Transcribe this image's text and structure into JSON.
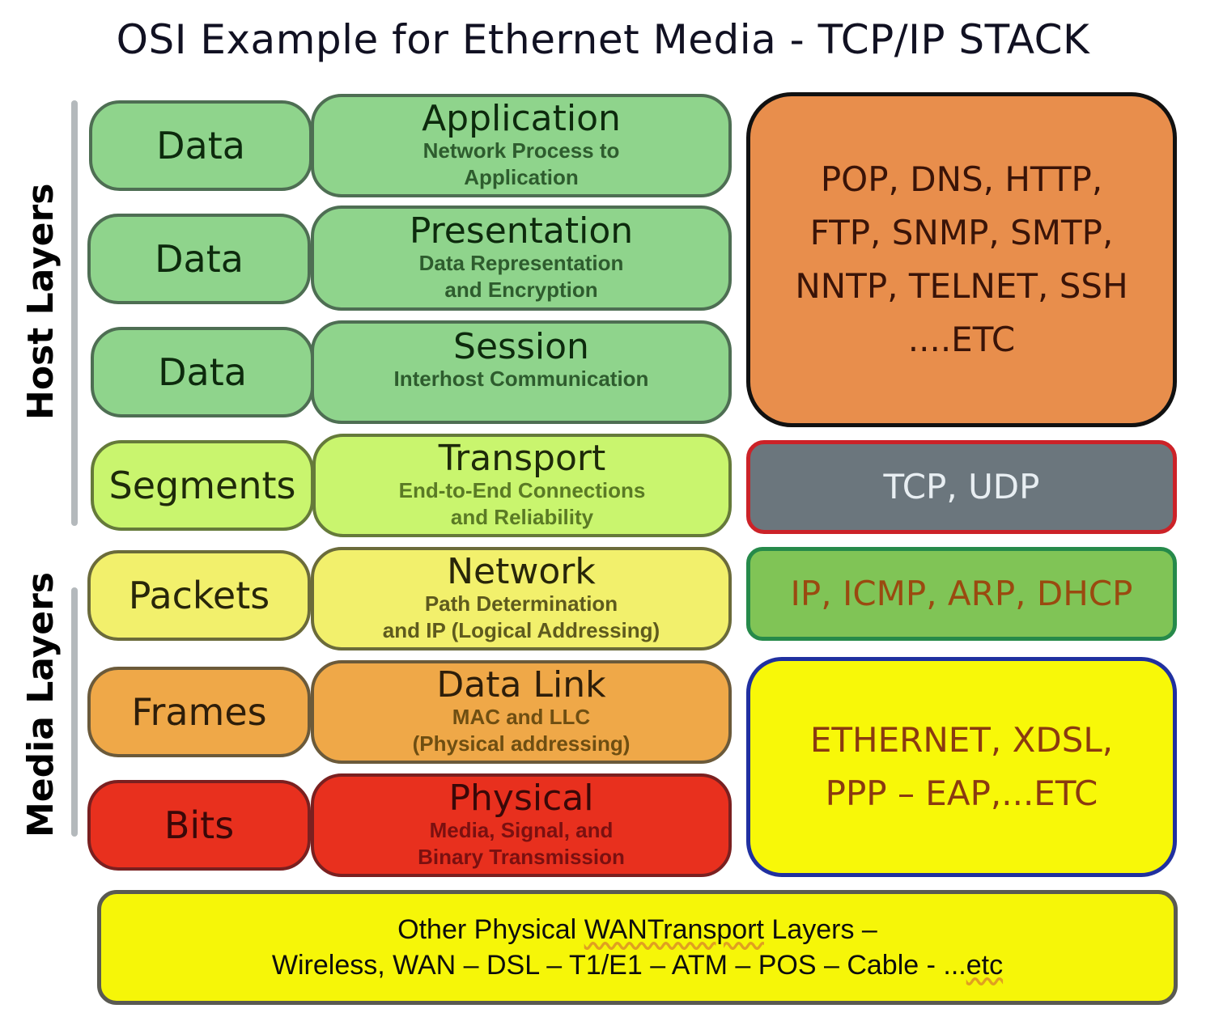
{
  "title": "OSI Example for Ethernet Media - TCP/IP STACK",
  "groups": {
    "host_layers": "Host Layers",
    "media_layers": "Media Layers"
  },
  "layers": [
    {
      "pdu": "Data",
      "name": "Application",
      "desc_line1": "Network Process to",
      "desc_line2": "Application",
      "color": "#8fd48c"
    },
    {
      "pdu": "Data",
      "name": "Presentation",
      "desc_line1": "Data Representation",
      "desc_line2": "and Encryption",
      "color": "#8fd48c"
    },
    {
      "pdu": "Data",
      "name": "Session",
      "desc_line1": "Interhost Communication",
      "desc_line2": "",
      "color": "#8fd48c"
    },
    {
      "pdu": "Segments",
      "name": "Transport",
      "desc_line1": "End-to-End Connections",
      "desc_line2": "and Reliability",
      "color": "#c9f56e"
    },
    {
      "pdu": "Packets",
      "name": "Network",
      "desc_line1": "Path Determination",
      "desc_line2": "and IP (Logical Addressing)",
      "color": "#f2f06c"
    },
    {
      "pdu": "Frames",
      "name": "Data Link",
      "desc_line1": "MAC and LLC",
      "desc_line2": "(Physical addressing)",
      "color": "#efa848"
    },
    {
      "pdu": "Bits",
      "name": "Physical",
      "desc_line1": "Media, Signal, and",
      "desc_line2": "Binary Transmission",
      "color": "#e8301e"
    }
  ],
  "protocols": {
    "application": {
      "lines": [
        "POP, DNS, HTTP,",
        "FTP, SNMP, SMTP,",
        "NNTP, TELNET, SSH",
        "....ETC"
      ],
      "color": "#e88e4c"
    },
    "transport": {
      "lines": [
        "TCP, UDP"
      ],
      "color": "#6b767d"
    },
    "network": {
      "lines": [
        "IP, ICMP, ARP, DHCP"
      ],
      "color": "#80c456"
    },
    "link": {
      "lines": [
        "ETHERNET, XDSL,",
        "PPP – EAP,...ETC"
      ],
      "color": "#f8f808"
    }
  },
  "bottom": {
    "line1_a": "Other Physical ",
    "line1_b": "WANTransport",
    "line1_c": " Layers –",
    "line2_a": "Wireless, WAN – DSL – T1/E1 – ATM – POS – Cable - ...",
    "line2_b": "etc"
  }
}
